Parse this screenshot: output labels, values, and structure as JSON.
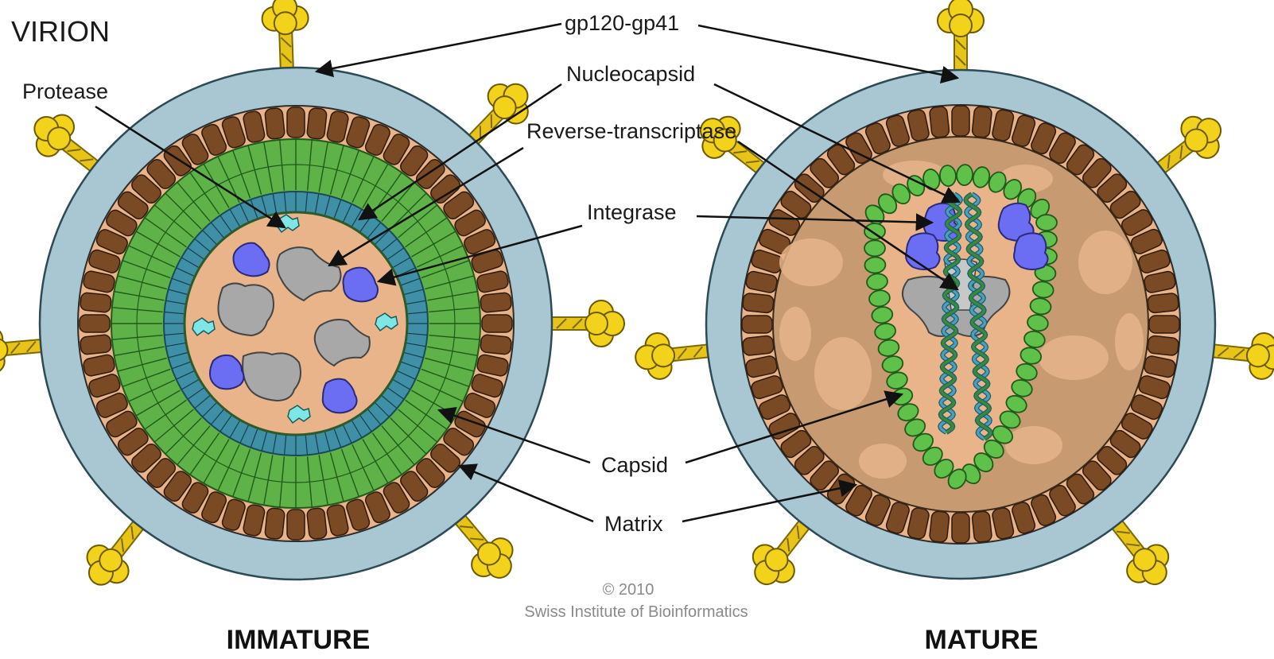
{
  "title": "VIRION",
  "labels": {
    "gp120": "gp120-gp41",
    "nucleocapsid": "Nucleocapsid",
    "protease": "Protease",
    "reverse_transcriptase": "Reverse-transcriptase",
    "integrase": "Integrase",
    "capsid": "Capsid",
    "matrix": "Matrix"
  },
  "captions": {
    "immature": "IMMATURE",
    "mature": "MATURE"
  },
  "copyright": {
    "line1": "© 2010",
    "line2": "Swiss Institute of Bioinformatics"
  },
  "colors": {
    "envelope": "#a9c7d3",
    "matrix_brown": "#7a4a24",
    "interior_tan": "#e9b48a",
    "capsid_green": "#6ec34f",
    "nucleocapsid_teal": "#4aa0b8",
    "protease_cyan": "#7fe6e6",
    "integrase_purple": "#6b6df2",
    "rt_gray": "#a8a8a8",
    "spike_yellow": "#f2d21a"
  }
}
